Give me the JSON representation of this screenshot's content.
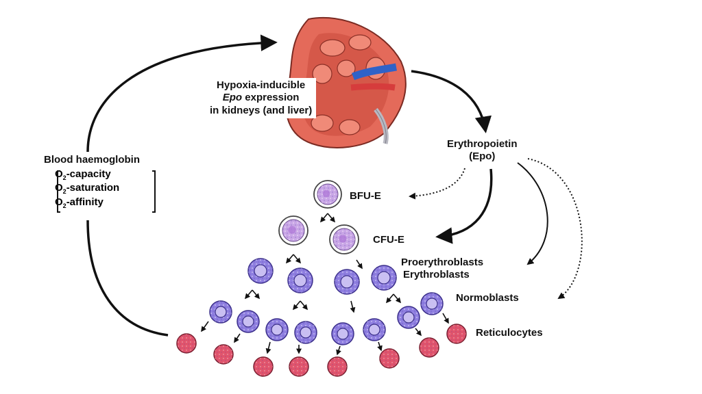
{
  "kidney": {
    "line1": "Hypoxia-inducible",
    "line2_italic": "Epo",
    "line2_rest": " expression",
    "line3": "in kidneys (and liver)"
  },
  "erythropoietin": {
    "line1": "Erythropoietin",
    "line2": "(Epo)"
  },
  "blood": {
    "title": "Blood haemoglobin",
    "items": [
      {
        "prefix": "O",
        "sub": "2",
        "suffix": "-capacity"
      },
      {
        "prefix": "O",
        "sub": "2",
        "suffix": "-saturation"
      },
      {
        "prefix": "O",
        "sub": "2",
        "suffix": "-affinity"
      }
    ]
  },
  "stages": {
    "bfu": "BFU-E",
    "cfu": "CFU-E",
    "proerythroblasts": "Proerythroblasts",
    "erythroblasts": "Erythroblasts",
    "normoblasts": "Normoblasts",
    "reticulocytes": "Reticulocytes"
  },
  "colors": {
    "kidney_cortex": "#e46a5a",
    "kidney_medulla": "#c9493c",
    "progenitor": "#c9a6e6",
    "blast": "#8f7fe0",
    "reticulocyte": "#e0546c",
    "artery": "#d63c3c",
    "vein": "#2f62c8",
    "ureter": "#b9b9c2"
  }
}
